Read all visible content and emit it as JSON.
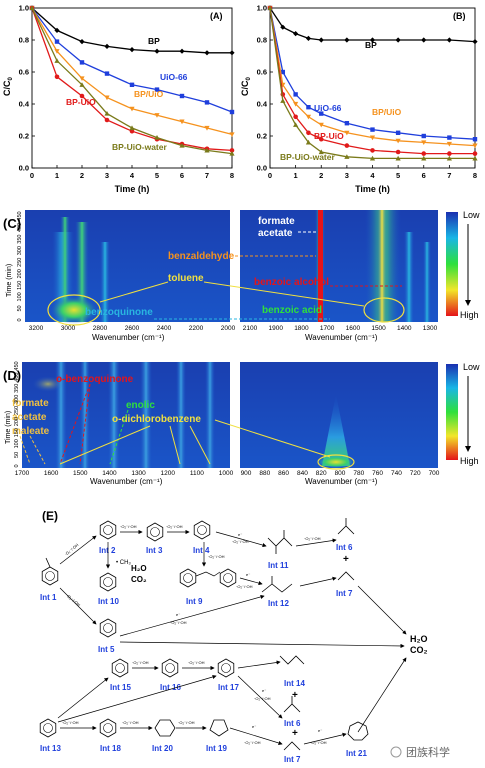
{
  "chart_data": [
    {
      "type": "line",
      "panel_label": "(A)",
      "xlabel": "Time (h)",
      "ylabel": "C/C",
      "ylabel_sub": "0",
      "xlim": [
        0,
        8
      ],
      "ylim": [
        0,
        1.0
      ],
      "x_ticks": [
        "0",
        "1",
        "2",
        "3",
        "4",
        "5",
        "6",
        "7",
        "8"
      ],
      "y_ticks": [
        "0.0",
        "0.2",
        "0.4",
        "0.6",
        "0.8",
        "1.0"
      ],
      "x": [
        0,
        1,
        2,
        3,
        4,
        5,
        6,
        7,
        8
      ],
      "series": [
        {
          "name": "BP",
          "color": "#000000",
          "marker": "diamond",
          "values": [
            1.0,
            0.86,
            0.79,
            0.76,
            0.74,
            0.73,
            0.73,
            0.72,
            0.72
          ]
        },
        {
          "name": "UiO-66",
          "color": "#1f3fdc",
          "marker": "square",
          "values": [
            1.0,
            0.79,
            0.66,
            0.59,
            0.52,
            0.49,
            0.45,
            0.41,
            0.35
          ]
        },
        {
          "name": "BP/UiO",
          "color": "#f5921e",
          "marker": "triangle-down",
          "values": [
            1.0,
            0.73,
            0.56,
            0.44,
            0.37,
            0.33,
            0.29,
            0.25,
            0.21
          ]
        },
        {
          "name": "BP-UiO",
          "color": "#e11a1a",
          "marker": "circle",
          "values": [
            1.0,
            0.57,
            0.45,
            0.3,
            0.23,
            0.18,
            0.15,
            0.12,
            0.11
          ]
        },
        {
          "name": "BP-UiO-water",
          "color": "#7a7a1a",
          "marker": "triangle-up",
          "values": [
            1.0,
            0.67,
            0.52,
            0.34,
            0.25,
            0.19,
            0.14,
            0.11,
            0.09
          ]
        }
      ]
    },
    {
      "type": "line",
      "panel_label": "(B)",
      "xlabel": "Time (h)",
      "ylabel": "C/C",
      "ylabel_sub": "0",
      "xlim": [
        0,
        8
      ],
      "ylim": [
        0,
        1.0
      ],
      "x_ticks": [
        "0",
        "1",
        "2",
        "3",
        "4",
        "5",
        "6",
        "7",
        "8"
      ],
      "y_ticks": [
        "0.0",
        "0.2",
        "0.4",
        "0.6",
        "0.8",
        "1.0"
      ],
      "x": [
        0,
        0.5,
        1,
        1.5,
        2,
        3,
        4,
        5,
        6,
        7,
        8
      ],
      "series": [
        {
          "name": "BP",
          "color": "#000000",
          "marker": "diamond",
          "values": [
            1.0,
            0.88,
            0.84,
            0.81,
            0.8,
            0.8,
            0.8,
            0.8,
            0.8,
            0.8,
            0.79
          ]
        },
        {
          "name": "UiO-66",
          "color": "#1f3fdc",
          "marker": "square",
          "values": [
            1.0,
            0.6,
            0.46,
            0.38,
            0.34,
            0.28,
            0.24,
            0.22,
            0.2,
            0.19,
            0.18
          ]
        },
        {
          "name": "BP/UiO",
          "color": "#f5921e",
          "marker": "triangle-down",
          "values": [
            1.0,
            0.52,
            0.4,
            0.32,
            0.27,
            0.22,
            0.19,
            0.17,
            0.16,
            0.15,
            0.14
          ]
        },
        {
          "name": "BP-UiO",
          "color": "#e11a1a",
          "marker": "circle",
          "values": [
            1.0,
            0.46,
            0.32,
            0.22,
            0.18,
            0.14,
            0.11,
            0.1,
            0.09,
            0.09,
            0.09
          ]
        },
        {
          "name": "BP-UiO-water",
          "color": "#7a7a1a",
          "marker": "triangle-up",
          "values": [
            1.0,
            0.42,
            0.27,
            0.16,
            0.1,
            0.07,
            0.06,
            0.06,
            0.06,
            0.06,
            0.06
          ]
        }
      ]
    },
    {
      "type": "heatmap",
      "panel_label": "(C)",
      "xlabel": "Wavenumber (cm⁻¹)",
      "ylabel": "Time (min)",
      "left_x_ticks": [
        "3200",
        "3000",
        "2800",
        "2600",
        "2400",
        "2200",
        "2000"
      ],
      "right_x_ticks": [
        "2100",
        "1900",
        "1800",
        "1700",
        "1600",
        "1500",
        "1400",
        "1300"
      ],
      "y_ticks": [
        "0",
        "50",
        "100",
        "150",
        "200",
        "250",
        "300",
        "350",
        "400",
        "450"
      ],
      "colorbar": {
        "top": "Low",
        "bottom": "High"
      },
      "annotations": [
        "formate",
        "acetate",
        "benzaldehyde",
        "benzoic alcohol",
        "toluene",
        "benzoquinone",
        "benzoic acid"
      ]
    },
    {
      "type": "heatmap",
      "panel_label": "(D)",
      "xlabel": "Wavenumber (cm⁻¹)",
      "ylabel": "Time (min)",
      "left_x_ticks": [
        "1700",
        "1600",
        "1500",
        "1400",
        "1300",
        "1200",
        "1100",
        "1000"
      ],
      "right_x_ticks": [
        "900",
        "880",
        "860",
        "840",
        "820",
        "800",
        "780",
        "760",
        "740",
        "720",
        "700"
      ],
      "y_ticks": [
        "0",
        "50",
        "100",
        "150",
        "200",
        "250",
        "300",
        "350",
        "400",
        "450"
      ],
      "colorbar": {
        "top": "Low",
        "bottom": "High"
      },
      "annotations": [
        "o-benzoquinone",
        "formate",
        "acetate",
        "maleate",
        "enolic",
        "o-dichlorobenzene"
      ]
    }
  ],
  "scheme": {
    "panel_label": "(E)",
    "intermediates": [
      "Int 1",
      "Int 2",
      "Int 3",
      "Int 4",
      "Int 5",
      "Int 6",
      "Int 7",
      "Int 9",
      "Int 10",
      "Int 11",
      "Int 12",
      "Int 13",
      "Int 14",
      "Int 15",
      "Int 16",
      "Int 17",
      "Int 18",
      "Int 19",
      "Int 20",
      "Int 21"
    ],
    "reagent_labels": {
      "oh": "·O₂⁻/·OH",
      "ch3": "• CH₃",
      "e": "e⁻",
      "plus": "+"
    },
    "products": {
      "h2o": "H₂O",
      "co2": "CO₂"
    }
  },
  "watermark": "团族科学"
}
